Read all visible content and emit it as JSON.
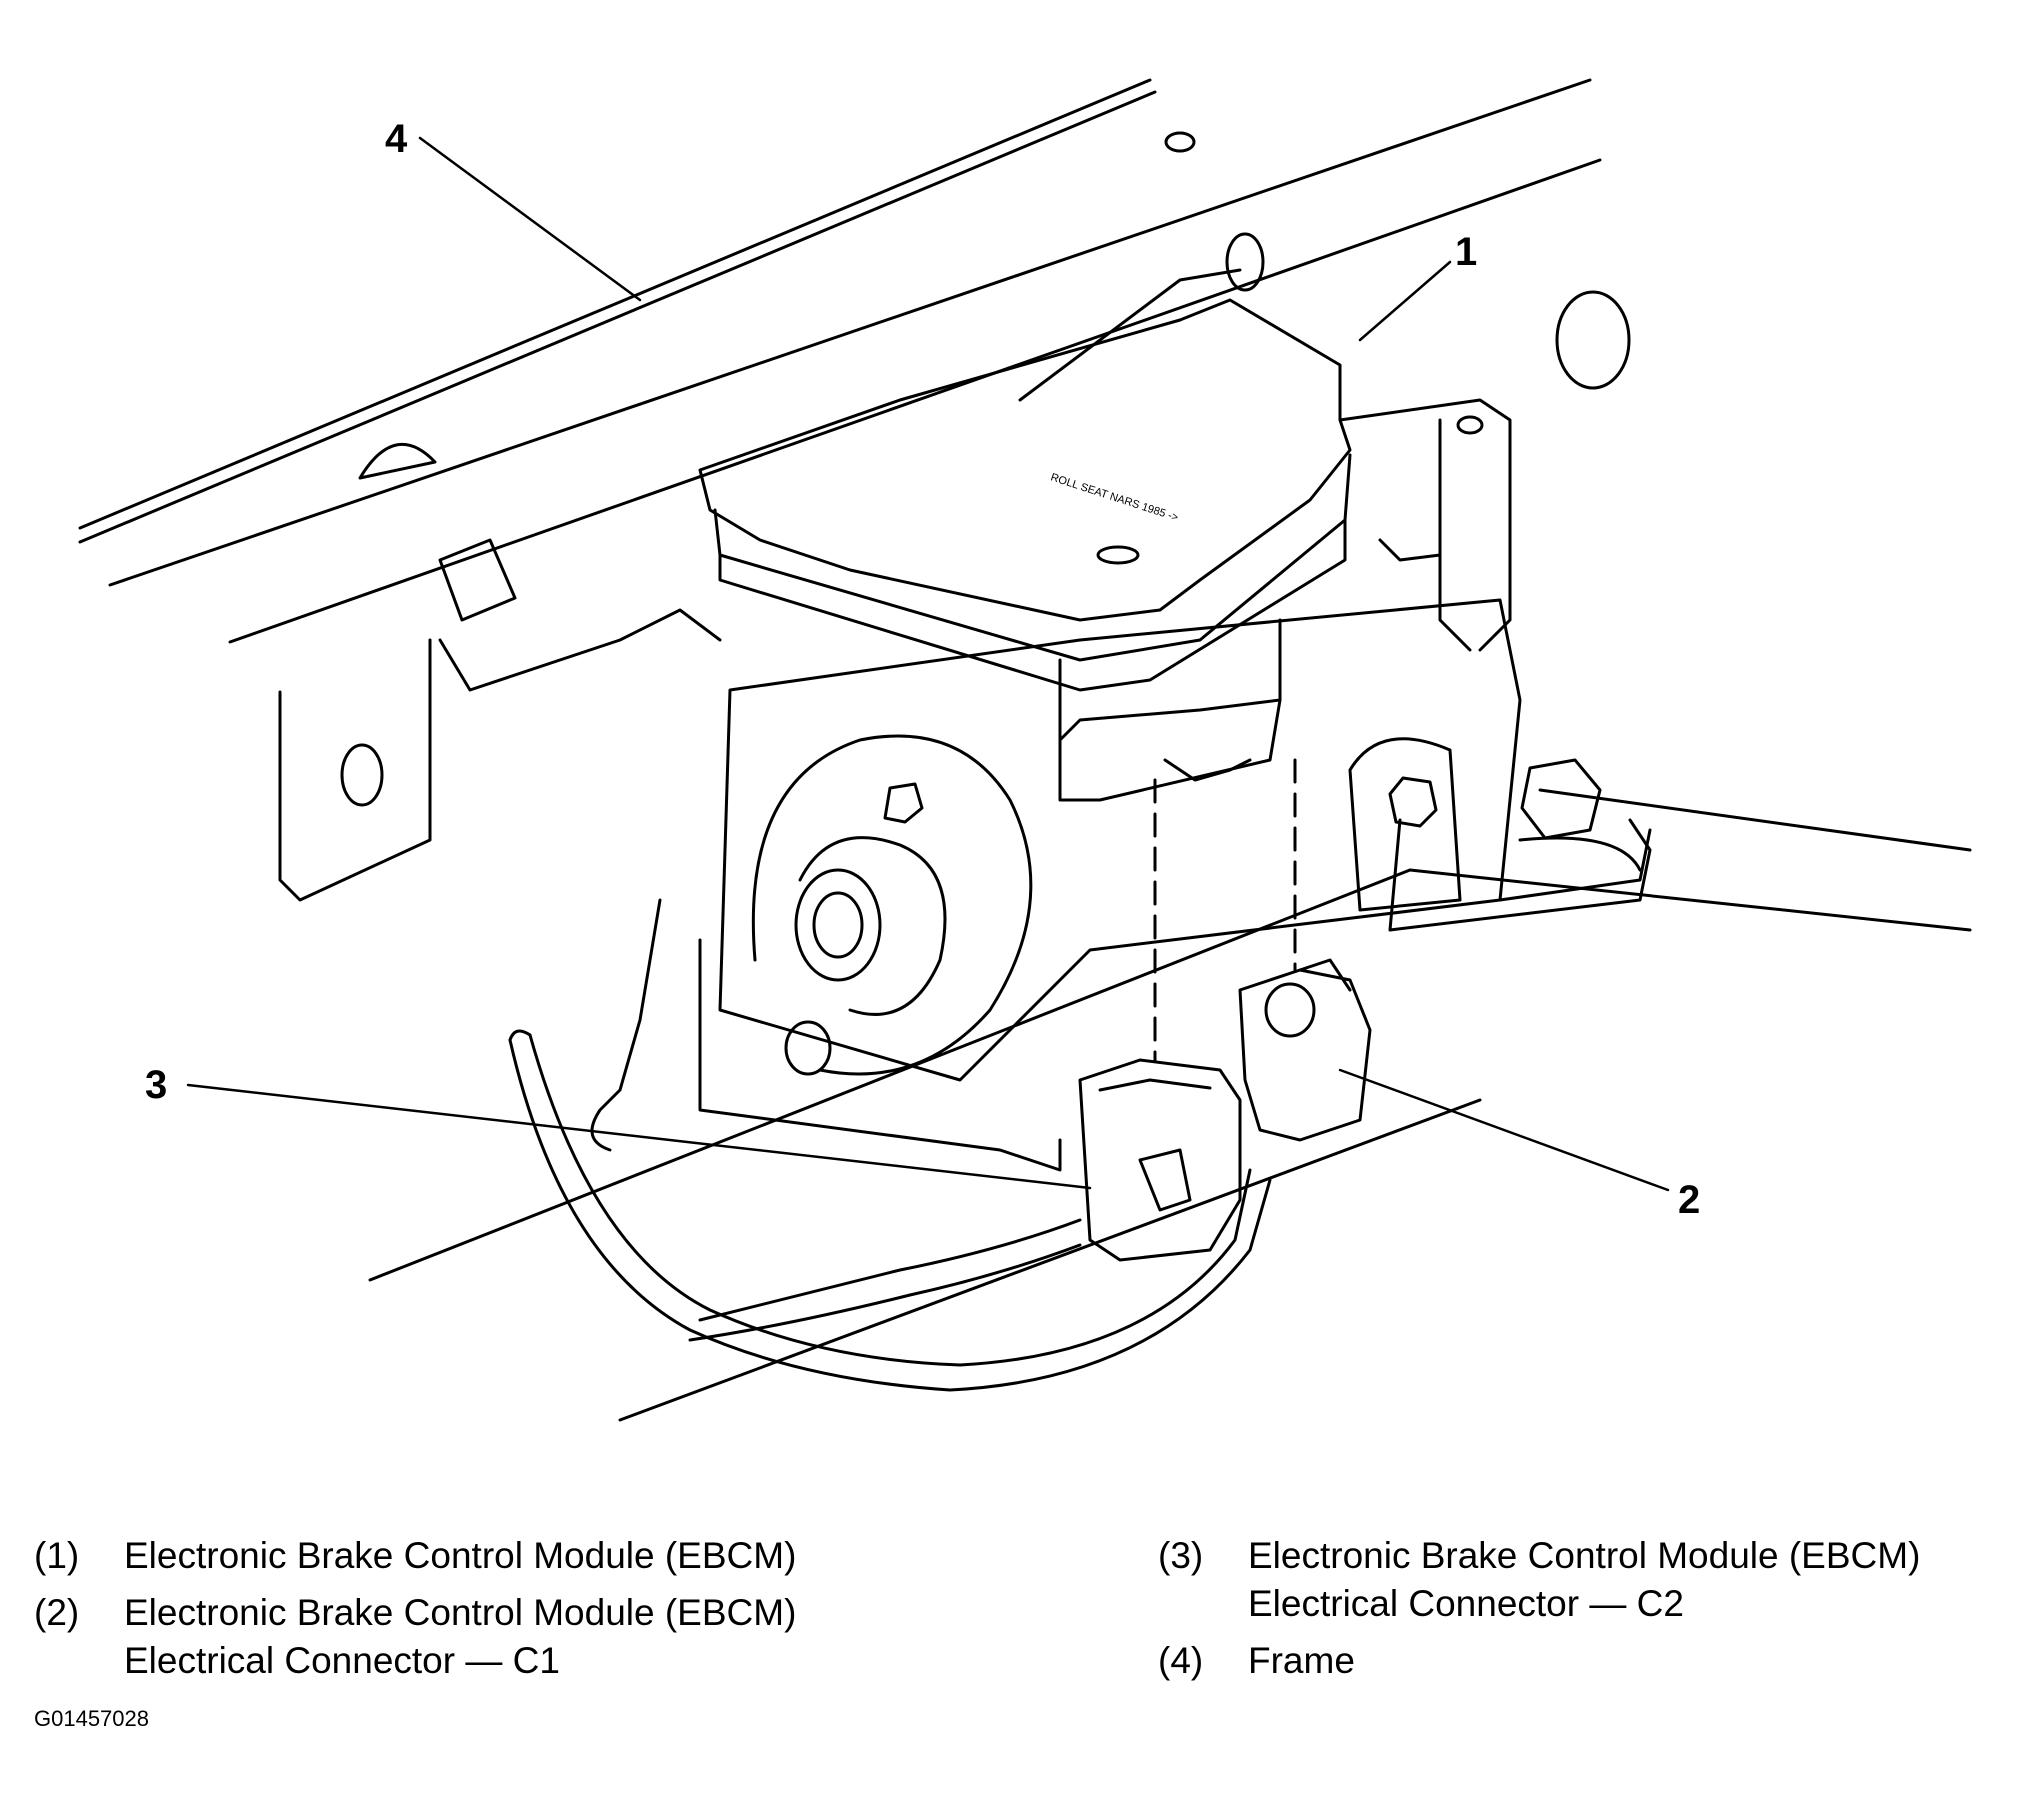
{
  "callouts": [
    {
      "id": "1",
      "label": "1"
    },
    {
      "id": "2",
      "label": "2"
    },
    {
      "id": "3",
      "label": "3"
    },
    {
      "id": "4",
      "label": "4"
    }
  ],
  "module_stamp": "ROLL SEAT NARS 1985 ->",
  "legend": {
    "left": [
      {
        "num": "(1)",
        "text": "Electronic Brake Control Module (EBCM)"
      },
      {
        "num": "(2)",
        "text": "Electronic Brake Control Module (EBCM)\nElectrical Connector — C1"
      }
    ],
    "right": [
      {
        "num": "(3)",
        "text": "Electronic Brake Control Module (EBCM)\nElectrical Connector — C2"
      },
      {
        "num": "(4)",
        "text": "Frame"
      }
    ]
  },
  "figure_id": "G01457028",
  "colors": {
    "ink": "#000000",
    "paper": "#ffffff"
  }
}
